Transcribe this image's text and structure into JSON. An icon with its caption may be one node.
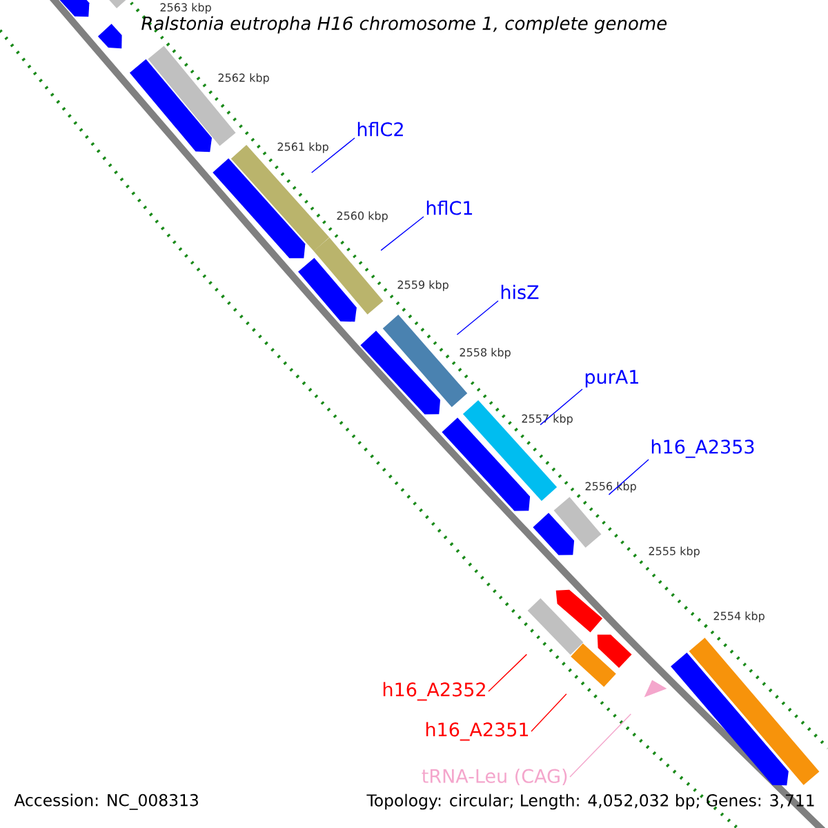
{
  "diagram": {
    "title": "Ralstonia eutropha H16 chromosome 1, complete genome",
    "nodes": [
      {
        "text": [],
        "shape": "bar"
      },
      {
        "text": [],
        "shape": "pentagon"
      },
      {
        "text": [],
        "shape": "pentagon"
      },
      {
        "text": [],
        "shape": "bar"
      },
      {
        "text": [],
        "shape": "pentagon"
      },
      {
        "text": [],
        "shape": "bar"
      },
      {
        "text": [
          "hflC2"
        ]
      },
      {
        "text": [],
        "shape": "pentagon"
      },
      {
        "text": [],
        "shape": "bar"
      },
      {
        "text": [
          "hflC1"
        ]
      },
      {
        "text": [],
        "shape": "pentagon"
      },
      {
        "text": [],
        "shape": "bar"
      },
      {
        "text": [
          "hisZ"
        ]
      },
      {
        "text": [],
        "shape": "pentagon"
      },
      {
        "text": [],
        "shape": "bar"
      },
      {
        "text": [
          "purA1"
        ]
      },
      {
        "text": [],
        "shape": "pentagon"
      },
      {
        "text": [],
        "shape": "bar"
      },
      {
        "text": [
          "h16_A2353"
        ]
      },
      {
        "text": [],
        "shape": "pentagon"
      },
      {
        "text": [],
        "shape": "pentagon"
      },
      {
        "text": [],
        "shape": "bar"
      },
      {
        "text": [
          "h16_A2352"
        ]
      },
      {
        "text": [],
        "shape": "pentagon"
      },
      {
        "text": [],
        "shape": "bar"
      },
      {
        "text": [
          "h16_A2351"
        ]
      },
      {
        "text": [],
        "shape": "triangle"
      },
      {
        "text": [
          "tRNA-Leu (CAG)"
        ]
      },
      {
        "text": [],
        "shape": "bar"
      },
      {
        "text": [],
        "shape": "pentagon"
      }
    ],
    "edges": [
      {
        "from": 6,
        "to": 5,
        "arrow": "none"
      },
      {
        "from": 9,
        "to": 8,
        "arrow": "none"
      },
      {
        "from": 12,
        "to": 11,
        "arrow": "none"
      },
      {
        "from": 15,
        "to": 14,
        "arrow": "none"
      },
      {
        "from": 18,
        "to": 17,
        "arrow": "none"
      },
      {
        "from": 22,
        "to": 21,
        "arrow": "none",
        "color": "#ff0000"
      },
      {
        "from": 25,
        "to": 24,
        "arrow": "none",
        "color": "#ff0000"
      },
      {
        "from": 27,
        "to": 26,
        "arrow": "none",
        "color": "#f4a6cc"
      }
    ],
    "labels": [
      "2563 kbp",
      "2562 kbp",
      "2561 kbp",
      "2560 kbp",
      "2559 kbp",
      "2558 kbp",
      "2557 kbp",
      "2556 kbp",
      "2555 kbp",
      "2554 kbp",
      "Accession: NC_008313",
      "Topology: circular; Length: 4,052,032 bp; Genes: 3,711"
    ]
  }
}
